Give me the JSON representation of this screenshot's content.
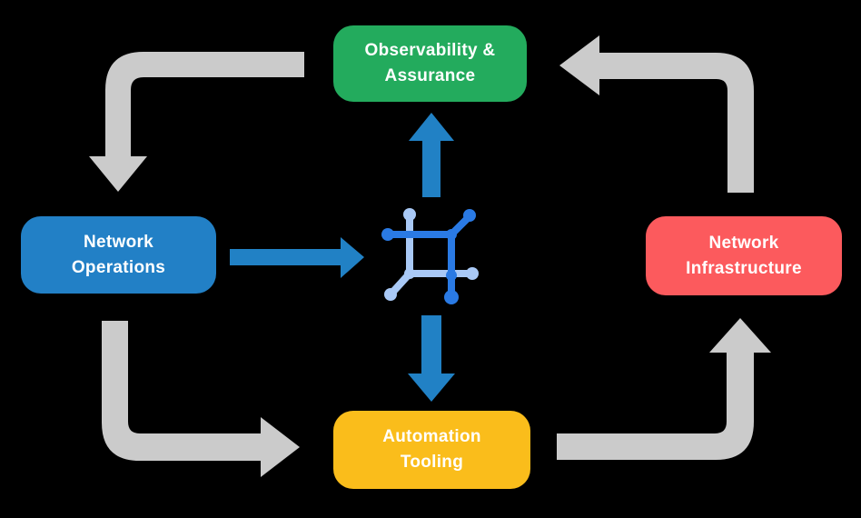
{
  "boxes": {
    "observability": {
      "label": "Observability &\nAssurance",
      "color": "#23AB5D"
    },
    "network_operations": {
      "label": "Network\nOperations",
      "color": "#2280C6"
    },
    "network_infrastructure": {
      "label": "Network\nInfrastructure",
      "color": "#FC5A5D"
    },
    "automation_tooling": {
      "label": "Automation\nTooling",
      "color": "#FABD1B"
    }
  },
  "center_icon": "network-automation-icon",
  "colors": {
    "background": "#000000",
    "text": "#FFFFFF",
    "flow_arrow": "#CBCBCB",
    "data_arrow": "#2181C5",
    "icon_dark": "#2A7AE4",
    "icon_light": "#A9C9F6"
  },
  "flows": [
    {
      "from": "observability",
      "to": "network_operations",
      "style": "gray-cycle"
    },
    {
      "from": "network_operations",
      "to": "automation_tooling",
      "style": "gray-cycle"
    },
    {
      "from": "automation_tooling",
      "to": "network_infrastructure",
      "style": "gray-cycle"
    },
    {
      "from": "network_infrastructure",
      "to": "observability",
      "style": "gray-cycle"
    },
    {
      "from": "network_operations",
      "to": "center-icon",
      "style": "blue"
    },
    {
      "from": "center-icon",
      "to": "observability",
      "style": "blue"
    },
    {
      "from": "center-icon",
      "to": "automation_tooling",
      "style": "blue"
    }
  ]
}
